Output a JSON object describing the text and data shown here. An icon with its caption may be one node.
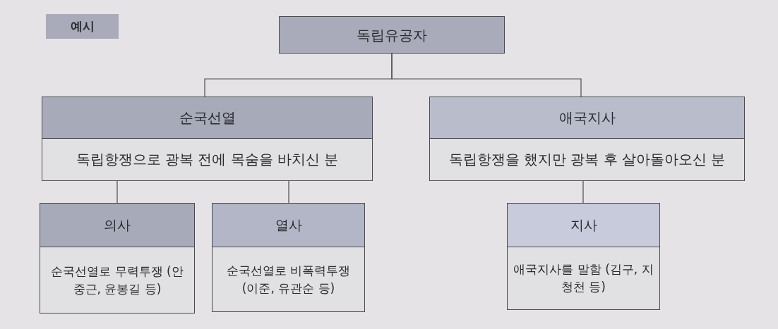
{
  "diagram": {
    "nodes": [
      {
        "text": [
          "독립유공자"
        ]
      },
      {
        "text": [
          "순국선열",
          "독립항쟁으로 광복 전에 목숨을 바치신 분"
        ]
      },
      {
        "text": [
          "애국지사",
          "독립항쟁을 했지만 광복 후 살아돌아오신 분"
        ]
      },
      {
        "text": [
          "의사",
          "순국선열로 무력투쟁 (안중근, 윤봉길 등)"
        ]
      },
      {
        "text": [
          "열사",
          "순국선열로 비폭력투쟁 (이준, 유관순 등)"
        ]
      },
      {
        "text": [
          "지사",
          "애국지사를 말함 (김구, 지청천 등)"
        ]
      }
    ],
    "edges": [
      {
        "from": 0,
        "to": 1,
        "arrow": "none"
      },
      {
        "from": 0,
        "to": 2,
        "arrow": "none"
      },
      {
        "from": 1,
        "to": 3,
        "arrow": "none"
      },
      {
        "from": 1,
        "to": 4,
        "arrow": "none"
      },
      {
        "from": 2,
        "to": 5,
        "arrow": "none"
      }
    ],
    "labels": [
      "예시"
    ]
  }
}
